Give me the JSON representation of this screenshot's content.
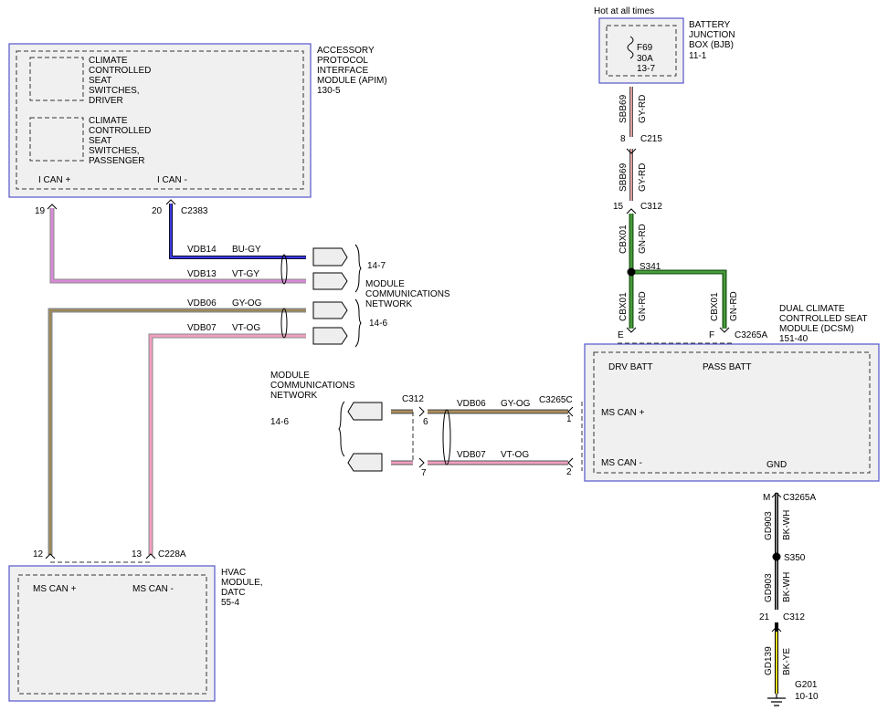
{
  "hot_label": "Hot at all times",
  "bjb": {
    "title": [
      "BATTERY",
      "JUNCTION",
      "BOX (BJB)"
    ],
    "ref": "11-1",
    "fuse": "F69",
    "amps": "30A",
    "fuse_ref": "13-7"
  },
  "apim": {
    "title": [
      "ACCESSORY",
      "PROTOCOL",
      "INTERFACE",
      "MODULE (APIM)"
    ],
    "ref": "130-5",
    "pin_can_plus": "I CAN +",
    "pin_can_minus": "I CAN -"
  },
  "sw_driver": [
    "CLIMATE",
    "CONTROLLED",
    "SEAT",
    "SWITCHES,",
    "DRIVER"
  ],
  "sw_passenger": [
    "CLIMATE",
    "CONTROLLED",
    "SEAT",
    "SWITCHES,",
    "PASSENGER"
  ],
  "dcsm": {
    "title": [
      "DUAL CLIMATE",
      "CONTROLLED SEAT",
      "MODULE (DCSM)"
    ],
    "ref": "151-40",
    "drv_batt": "DRV BATT",
    "pass_batt": "PASS BATT",
    "ms_can_plus": "MS CAN +",
    "ms_can_minus": "MS CAN -",
    "gnd": "GND"
  },
  "hvac": {
    "title": [
      "HVAC",
      "MODULE,",
      "DATC"
    ],
    "ref": "55-4",
    "ms_can_plus": "MS CAN +",
    "ms_can_minus": "MS CAN -"
  },
  "network": {
    "title": [
      "MODULE",
      "COMMUNICATIONS",
      "NETWORK"
    ],
    "ref_a": "14-7",
    "ref_b": "14-6",
    "ref_c": "14-6"
  },
  "connectors": {
    "c2383": "C2383",
    "c215": "C215",
    "c312": "C312",
    "c3265a": "C3265A",
    "c3265c": "C3265C",
    "c228a": "C228A",
    "s341": "S341",
    "s350": "S350",
    "g201": "G201",
    "g201_ref": "10-10"
  },
  "pins": {
    "p19": "19",
    "p20": "20",
    "p8": "8",
    "p15": "15",
    "pE": "E",
    "pF": "F",
    "p6": "6",
    "p7": "7",
    "p1": "1",
    "p2": "2",
    "pM": "M",
    "p21": "21",
    "p12": "12",
    "p13": "13"
  },
  "wires": {
    "vdb14": "VDB14",
    "bu_gy": "BU-GY",
    "vdb13": "VDB13",
    "vt_gy": "VT-GY",
    "vdb06": "VDB06",
    "gy_og": "GY-OG",
    "vdb07": "VDB07",
    "vt_og": "VT-OG",
    "sbb69": "SBB69",
    "gy_rd": "GY-RD",
    "cbx01": "CBX01",
    "gn_rd": "GN-RD",
    "gd903": "GD903",
    "bk_wh": "BK-WH",
    "gd139": "GD139",
    "bk_ye": "BK-YE"
  }
}
